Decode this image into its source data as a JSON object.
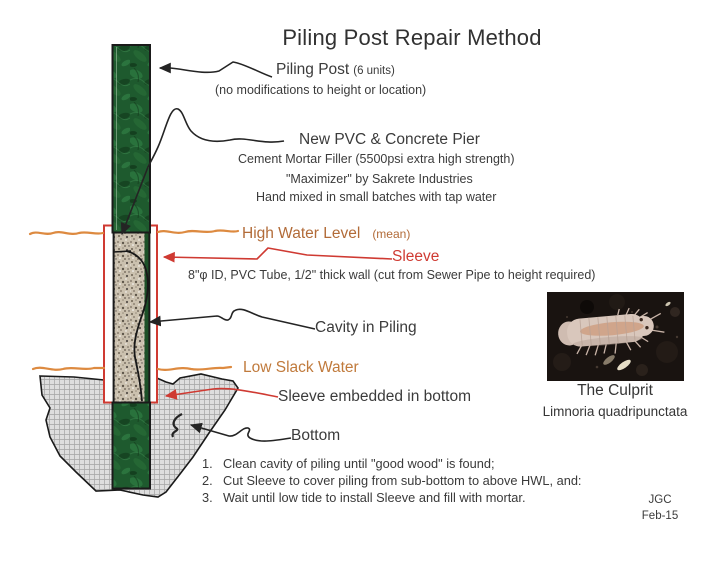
{
  "title": "Piling Post Repair Method",
  "labels": {
    "piling_post": "Piling Post",
    "piling_post_units": "(6 units)",
    "piling_post_note": "(no modifications to height or location)",
    "pier_title": "New PVC & Concrete Pier",
    "pier_line1": "Cement Mortar Filler (5500psi extra high strength)",
    "pier_line2": "\"Maximizer\" by Sakrete Industries",
    "pier_line3": "Hand mixed in small batches with tap water",
    "hwl": "High Water Level",
    "hwl_mean": "(mean)",
    "sleeve": "Sleeve",
    "sleeve_spec": "8\"φ ID, PVC Tube, 1/2\" thick wall (cut from Sewer Pipe to height required)",
    "cavity": "Cavity in Piling",
    "lsw": "Low Slack Water",
    "sleeve_embedded": "Sleeve embedded in bottom",
    "bottom": "Bottom"
  },
  "steps": [
    {
      "num": "1.",
      "text": "Clean cavity of piling until \"good wood\" is found;"
    },
    {
      "num": "2.",
      "text": "Cut Sleeve to cover piling from sub-bottom to above HWL, and:"
    },
    {
      "num": "3.",
      "text": "Wait until low tide to install Sleeve and fill with mortar."
    }
  ],
  "culprit": {
    "title": "The Culprit",
    "species": "Limnoria quadripunctata"
  },
  "signature": {
    "initials": "JGC",
    "date": "Feb-15"
  },
  "colors": {
    "post_green": "#1e5a2e",
    "sleeve_red": "#cf3a32",
    "water_orange": "#dd8a40",
    "hwl_text_orange": "#b26b38",
    "ink": "#3b3b3b"
  }
}
